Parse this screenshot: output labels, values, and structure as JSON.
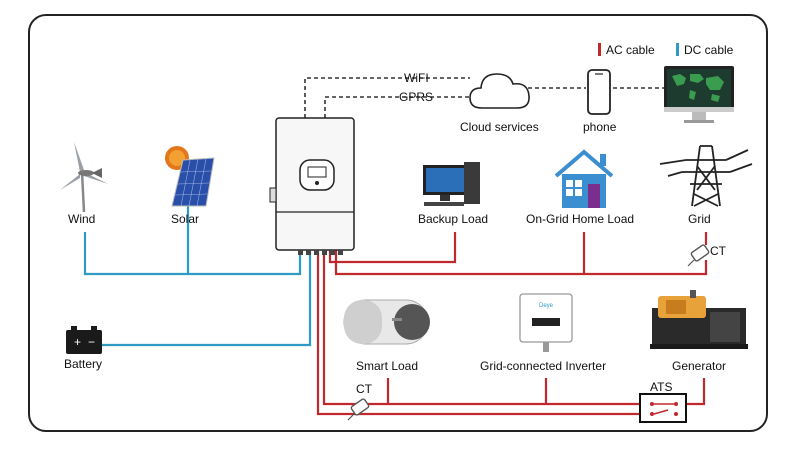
{
  "legend": {
    "ac": {
      "label": "AC cable",
      "color": "#c0282e"
    },
    "dc": {
      "label": "DC cable",
      "color": "#2f9bc4"
    }
  },
  "labels": {
    "wifi": "WiFI",
    "gprs": "GPRS",
    "cloud": "Cloud services",
    "phone": "phone",
    "wind": "Wind",
    "solar": "Solar",
    "backup_load": "Backup Load",
    "ongrid_home": "On-Grid Home Load",
    "grid": "Grid",
    "ct_grid": "CT",
    "battery": "Battery",
    "smart_load": "Smart Load",
    "grid_inverter": "Grid-connected Inverter",
    "generator": "Generator",
    "ct_bottom": "CT",
    "ats": "ATS",
    "brand": "Deye"
  },
  "colors": {
    "ac": "#c0282e",
    "dc": "#2f9bc4",
    "dashed": "#333333",
    "frame": "#222222"
  }
}
